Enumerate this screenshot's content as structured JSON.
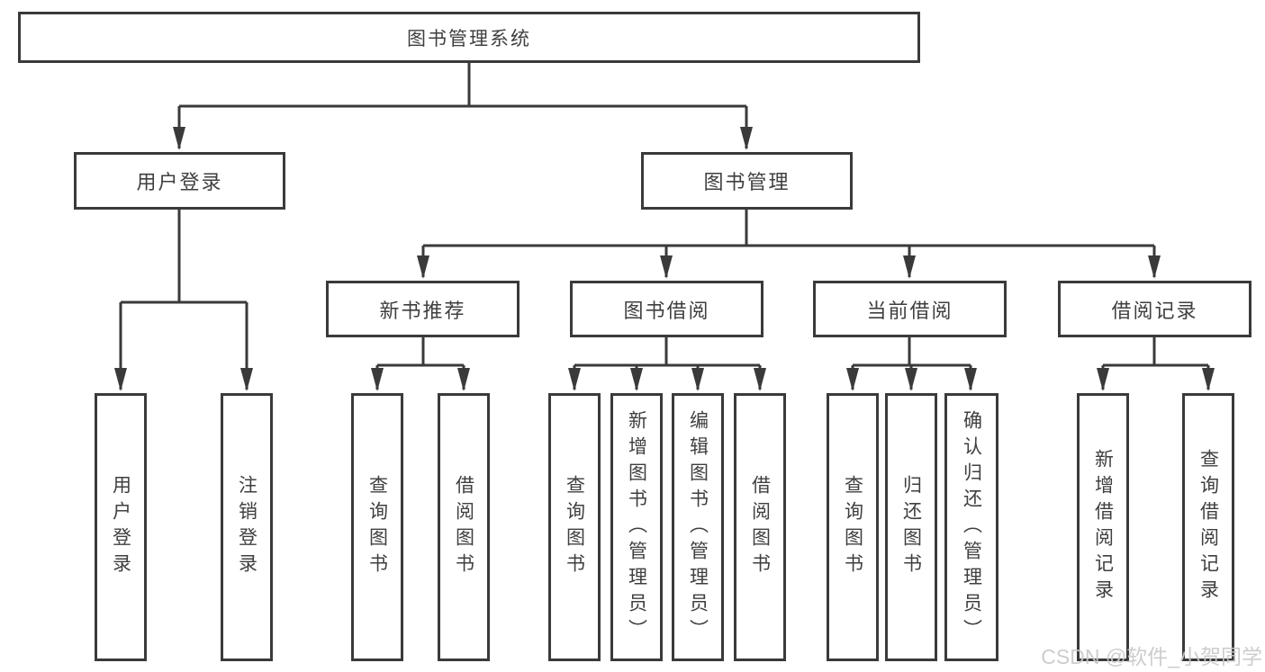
{
  "tree": {
    "root": {
      "label": "图书管理系统"
    },
    "branches": [
      {
        "label": "用户登录",
        "children": [
          {
            "label": "用户登录"
          },
          {
            "label": "注销登录"
          }
        ]
      },
      {
        "label": "图书管理",
        "children": [
          {
            "label": "新书推荐",
            "children": [
              {
                "label": "查询图书"
              },
              {
                "label": "借阅图书"
              }
            ]
          },
          {
            "label": "图书借阅",
            "children": [
              {
                "label": "查询图书"
              },
              {
                "label": "新增图书（管理员）"
              },
              {
                "label": "编辑图书（管理员）"
              },
              {
                "label": "借阅图书"
              }
            ]
          },
          {
            "label": "当前借阅",
            "children": [
              {
                "label": "查询图书"
              },
              {
                "label": "归还图书"
              },
              {
                "label": "确认归还（管理员）"
              }
            ]
          },
          {
            "label": "借阅记录",
            "children": [
              {
                "label": "新增借阅记录"
              },
              {
                "label": "查询借阅记录"
              }
            ]
          }
        ]
      }
    ]
  },
  "watermark": {
    "text": "CSDN @软件_小贺同学"
  },
  "colors": {
    "line": "#3a3a3a",
    "text": "#3f3f3f",
    "background": "#ffffff",
    "watermark": "#c9c9c9"
  }
}
